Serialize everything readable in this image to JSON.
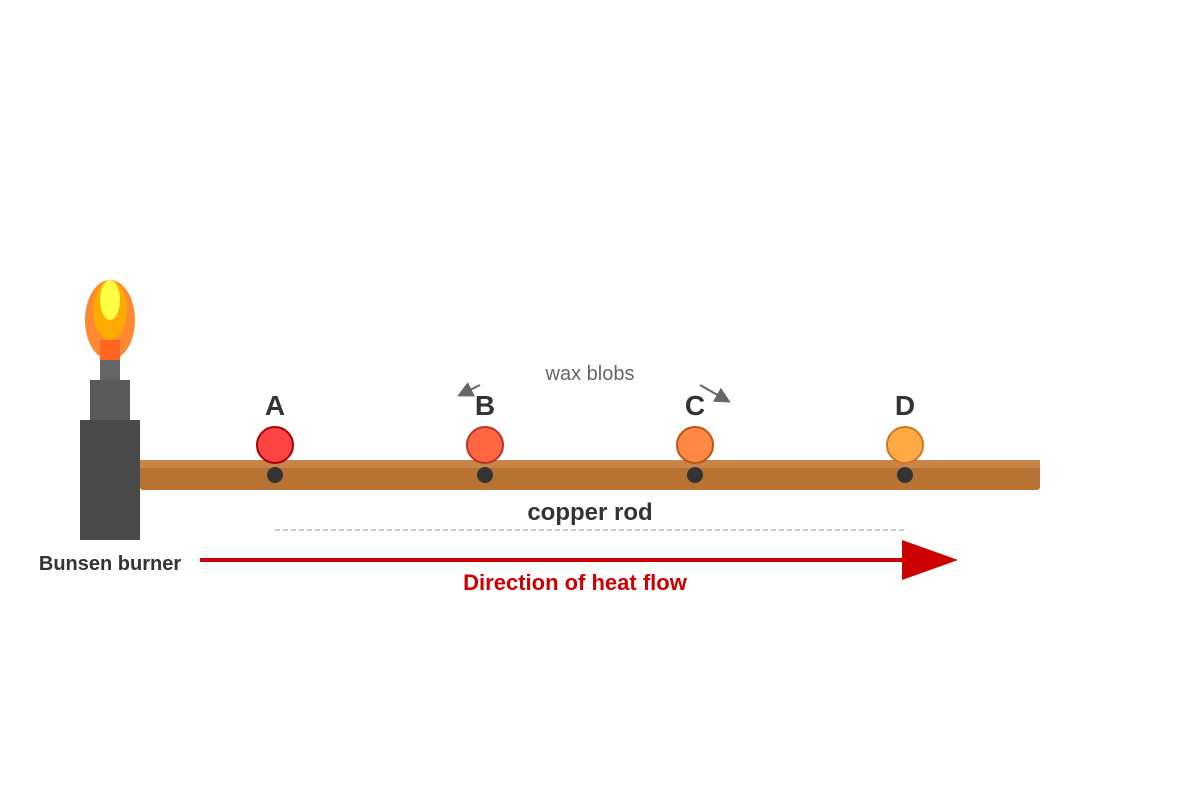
{
  "labels": {
    "burner": "Bunsen burner",
    "rod": "copper rod",
    "heat_flow": "Direction of heat flow",
    "wax": "wax blobs"
  },
  "points": [
    {
      "label": "A",
      "color": "#ff4444"
    },
    {
      "label": "B",
      "color": "#ff6644"
    },
    {
      "label": "C",
      "color": "#ff8844"
    },
    {
      "label": "D",
      "color": "#ffaa44"
    }
  ],
  "colors": {
    "rod": "#b87333",
    "heat_flow": "#cc0000",
    "burner": "#4a4a4a"
  }
}
